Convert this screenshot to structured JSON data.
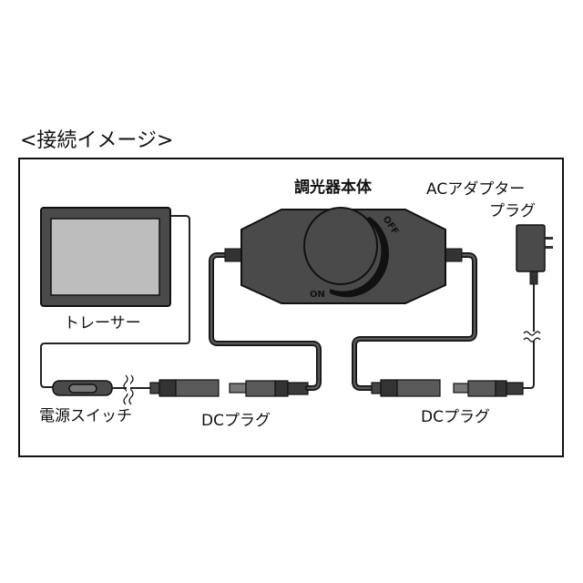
{
  "title": "<接続イメージ>",
  "labels": {
    "dimmer": "調光器本体",
    "ac_adapter_line1": "ACアダプター",
    "ac_adapter_line2": "プラグ",
    "tracer": "トレーサー",
    "power_switch": "電源スイッチ",
    "dc_plug_left": "DCプラグ",
    "dc_plug_right": "DCプラグ",
    "knob_on": "ON",
    "knob_off": "OFF"
  },
  "colors": {
    "device_body": "#4a4a4a",
    "screen": "#bdbdbd",
    "outline": "#111111"
  }
}
